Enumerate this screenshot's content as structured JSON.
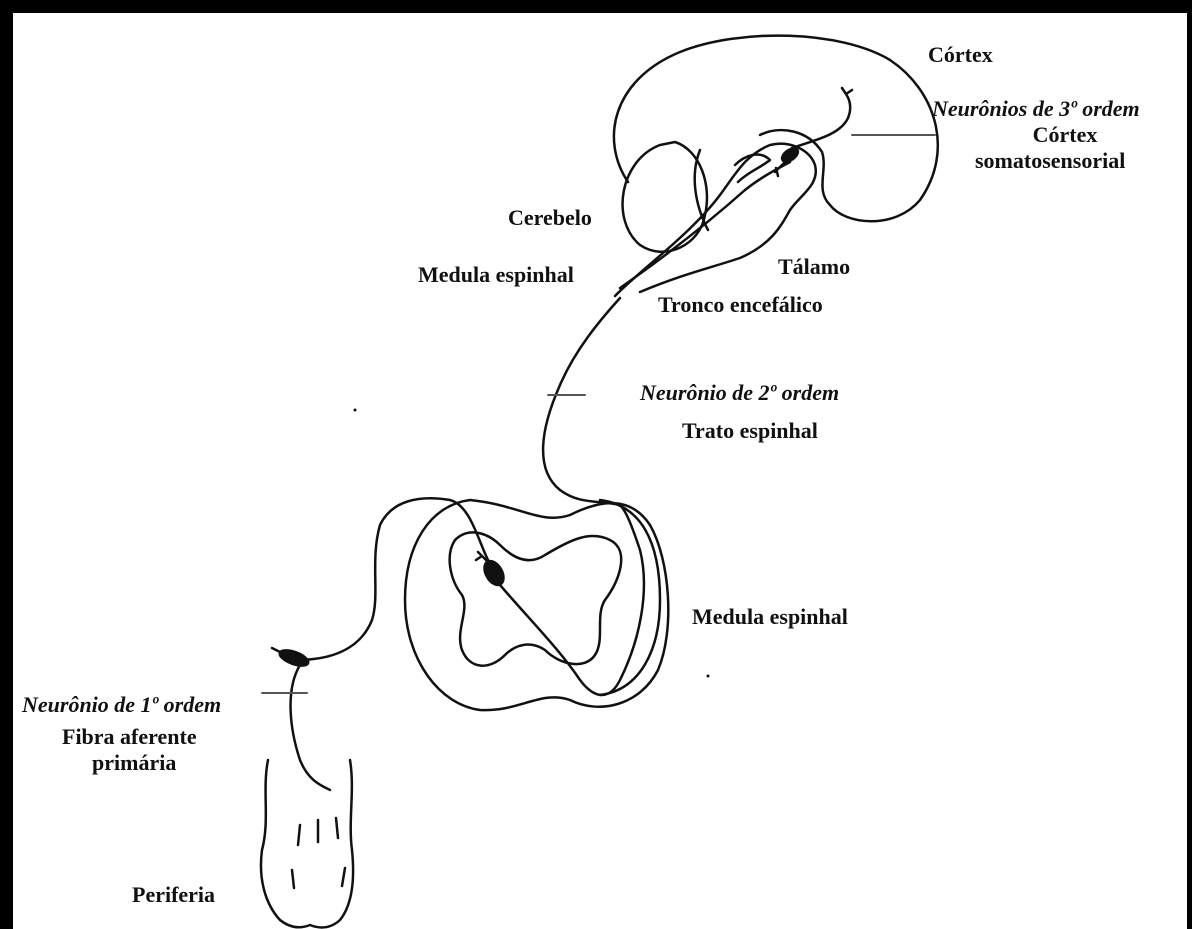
{
  "labels": {
    "cortex": "Córtex",
    "third_order": "Neurônios de 3º ordem",
    "cortex_somato_1": "Córtex",
    "cortex_somato_2": "somatosensorial",
    "cerebelo": "Cerebelo",
    "medula_top": "Medula espinhal",
    "talamo": "Tálamo",
    "tronco": "Tronco encefálico",
    "second_order": "Neurônio de 2º ordem",
    "trato": "Trato espinhal",
    "medula_mid": "Medula espinhal",
    "first_order": "Neurônio de 1º ordem",
    "fibra_1": "Fibra aferente",
    "fibra_2": "primária",
    "periferia": "Periferia"
  },
  "colors": {
    "stroke": "#111111",
    "pointer_line": "#555555",
    "border": "#000000"
  }
}
